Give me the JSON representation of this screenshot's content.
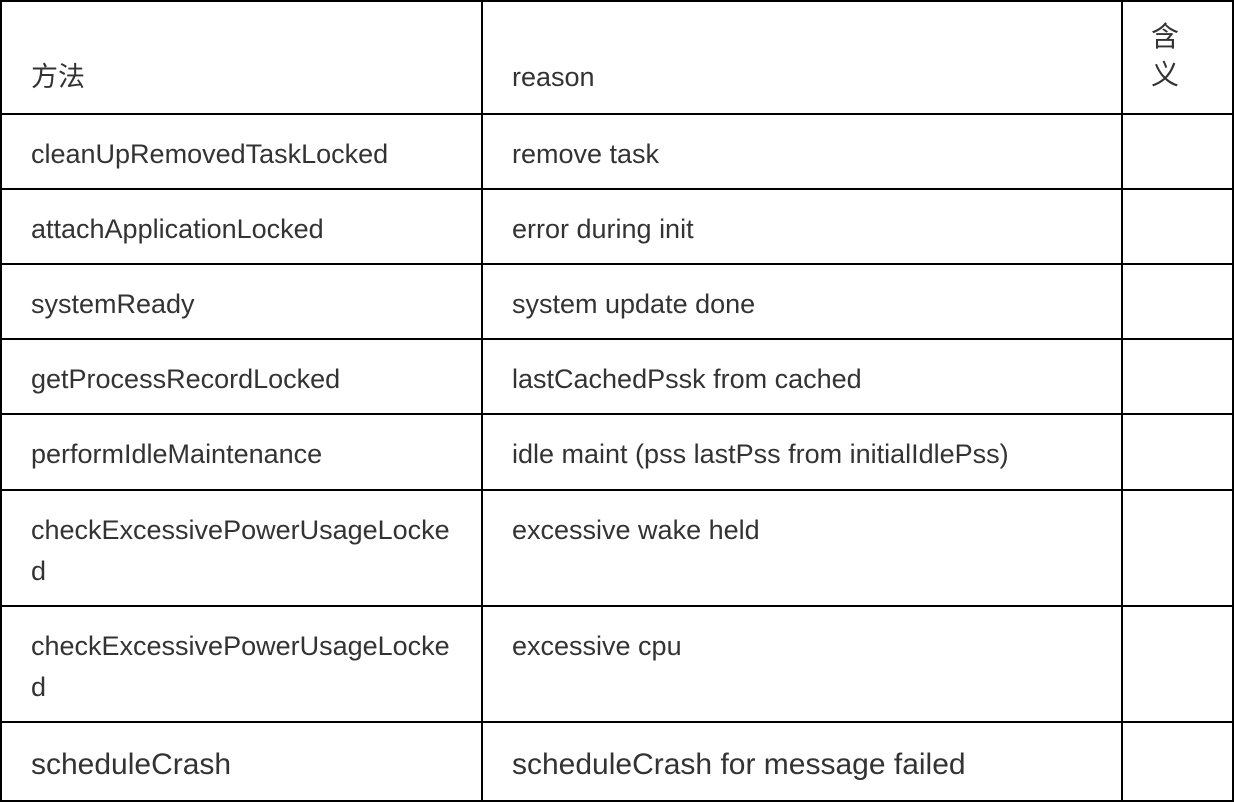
{
  "table": {
    "headers": {
      "method": "方法",
      "reason": "reason",
      "meaning_line1": "含",
      "meaning_line2": "义"
    },
    "rows": [
      {
        "method": "cleanUpRemovedTaskLocked",
        "reason": "remove task",
        "meaning": ""
      },
      {
        "method": "attachApplicationLocked",
        "reason": "error during init",
        "meaning": ""
      },
      {
        "method": "systemReady",
        "reason": "system update done",
        "meaning": ""
      },
      {
        "method": "getProcessRecordLocked",
        "reason": "lastCachedPssk from cached",
        "meaning": ""
      },
      {
        "method": "performIdleMaintenance",
        "reason": "idle maint (pss lastPss from initialIdlePss)",
        "meaning": ""
      },
      {
        "method": "checkExcessivePowerUsageLocked",
        "reason": "excessive wake held",
        "meaning": ""
      },
      {
        "method": "checkExcessivePowerUsageLocked",
        "reason": "excessive cpu",
        "meaning": ""
      },
      {
        "method": "scheduleCrash",
        "reason": "scheduleCrash for message failed",
        "meaning": ""
      }
    ]
  }
}
